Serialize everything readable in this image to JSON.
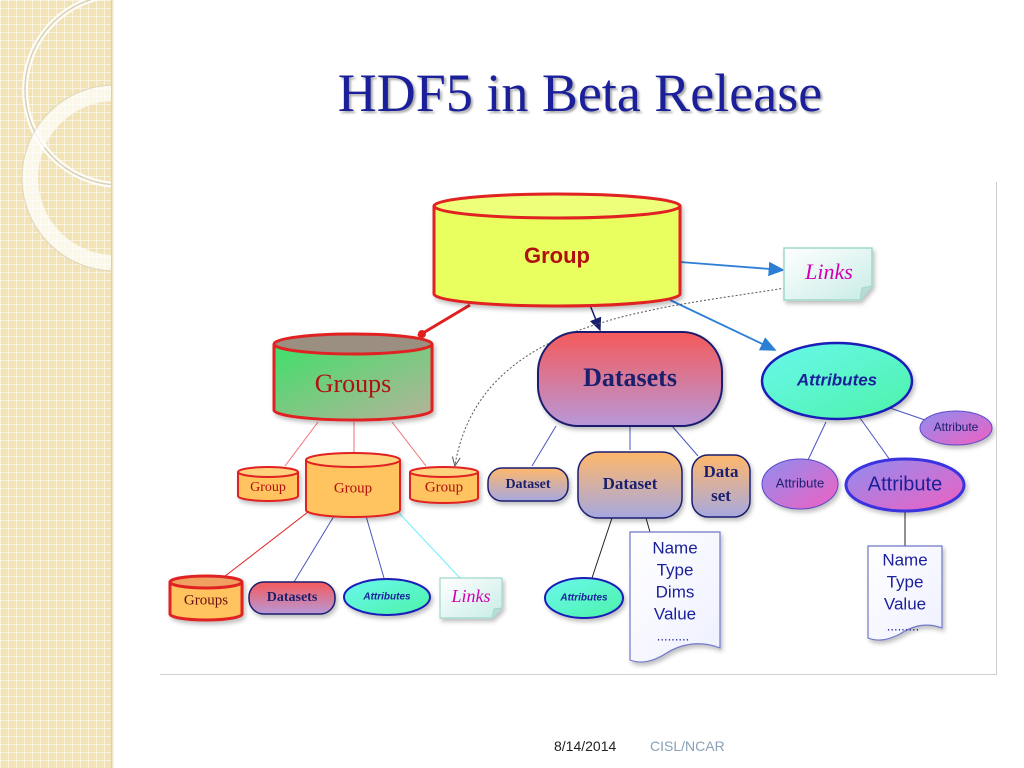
{
  "slide": {
    "title": "HDF5 in Beta Release",
    "footer_date": "8/14/2014",
    "footer_org": "CISL/NCAR"
  },
  "diagram": {
    "top_group": "Group",
    "top_links": "Links",
    "groups": "Groups",
    "datasets": "Datasets",
    "attributes": "Attributes",
    "group_left": "Group",
    "group_center": "Group",
    "group_right": "Group",
    "dataset_left": "Dataset",
    "dataset_center": "Dataset",
    "dataset_right_line1": "Data",
    "dataset_right_line2": "set",
    "attribute_small_right": "Attribute",
    "attribute_left": "Attribute",
    "attribute_big": "Attribute",
    "sub_groups": "Groups",
    "sub_datasets": "Datasets",
    "sub_attributes": "Attributes",
    "sub_links": "Links",
    "dataset_attributes": "Attributes",
    "dataset_props": [
      "Name",
      "Type",
      "Dims",
      "Value",
      "........."
    ],
    "attribute_props": [
      "Name",
      "Type",
      "Value",
      "........."
    ]
  },
  "colors": {
    "title": "#1b1f9a",
    "group_fill": "#e8ff5e",
    "group_stroke": "#e02020",
    "group_text": "#b01010",
    "cyl_orange": "#ffc35e",
    "attr_cyan": "#63f7dc",
    "link_magenta": "#d000b0"
  }
}
